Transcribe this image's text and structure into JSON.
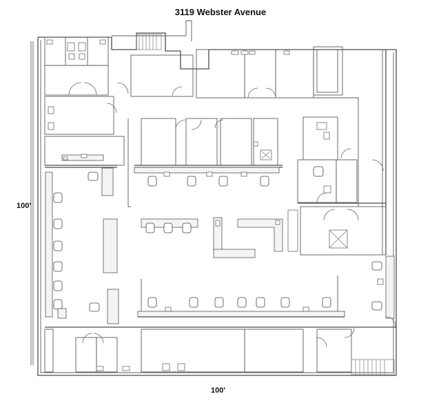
{
  "plan": {
    "title": "3119 Webster Avenue",
    "dimension_left": "100'",
    "dimension_bottom": "100'"
  }
}
